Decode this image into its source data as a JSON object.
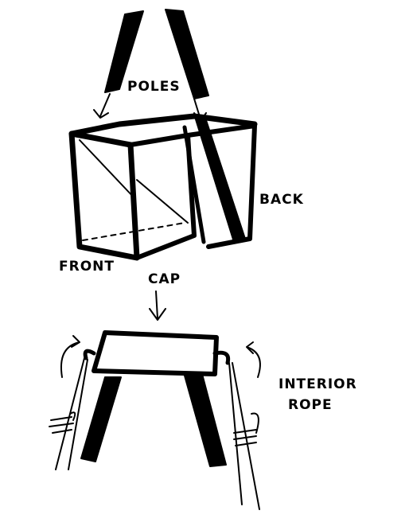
{
  "labels": {
    "poles": "POLES",
    "back": "BACK",
    "front": "FRONT",
    "cap": "CAP",
    "interior_line1": "INTERIOR",
    "interior_line2": "ROPE"
  },
  "colors": {
    "ink": "#000000",
    "paper": "#ffffff"
  }
}
